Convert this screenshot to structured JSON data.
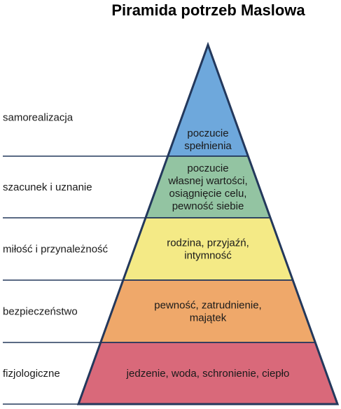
{
  "title": "Piramida potrzeb Maslowa",
  "levels": [
    {
      "label": "samorealizacja",
      "content": [
        "poczucie",
        "spełnienia"
      ],
      "color": "#6ea8dc"
    },
    {
      "label": "szacunek i uznanie",
      "content": [
        "poczucie",
        "własnej wartości,",
        "osiągnięcie celu,",
        "pewność siebie"
      ],
      "color": "#93c4a2"
    },
    {
      "label": "miłość i przynależność",
      "content": [
        "rodzina, przyjaźń,",
        "intymność"
      ],
      "color": "#f4ea86"
    },
    {
      "label": "bezpieczeństwo",
      "content": [
        "pewność, zatrudnienie,",
        "majątek"
      ],
      "color": "#efa86a"
    },
    {
      "label": "fizjologiczne",
      "content": [
        "jedzenie, woda, schronienie, ciepło"
      ],
      "color": "#d9697a"
    }
  ],
  "colors": {
    "outline": "#23385c",
    "text": "#1a1a1a"
  }
}
